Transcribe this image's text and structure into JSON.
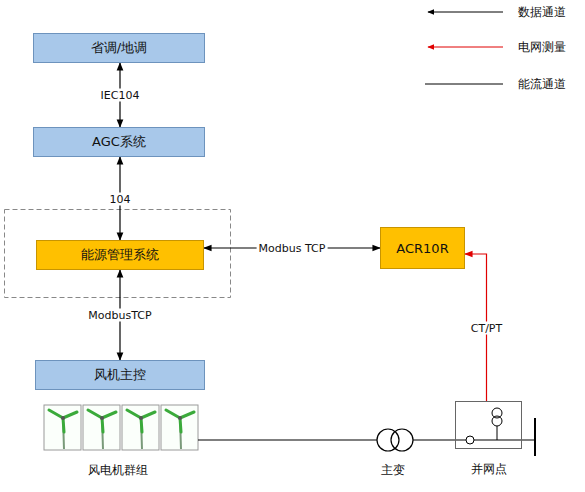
{
  "diagram": {
    "nodes": [
      {
        "text": [
          "省调/地调"
        ]
      },
      {
        "text": [
          "AGC系统"
        ]
      },
      {
        "text": [
          "能源管理系统"
        ]
      },
      {
        "text": [
          "ACR10R"
        ]
      },
      {
        "text": [
          "风机主控"
        ]
      },
      {
        "text": [
          "并网点"
        ]
      }
    ],
    "edges": [
      {
        "from": 0,
        "to": 1,
        "label": "IEC104",
        "arrow": "both"
      },
      {
        "from": 1,
        "to": 2,
        "label": "104",
        "arrow": "both"
      },
      {
        "from": 2,
        "to": 3,
        "label": "Modbus TCP",
        "arrow": "both"
      },
      {
        "from": 2,
        "to": 4,
        "label": "ModbusTCP",
        "arrow": "both"
      },
      {
        "from": 5,
        "to": 3,
        "label": "CT/PT",
        "arrow": "to"
      }
    ],
    "labels": [
      "风电机群组",
      "主变"
    ],
    "legend": [
      {
        "text": "数据通道"
      },
      {
        "text": "电网测量"
      },
      {
        "text": "能流通道"
      }
    ]
  }
}
